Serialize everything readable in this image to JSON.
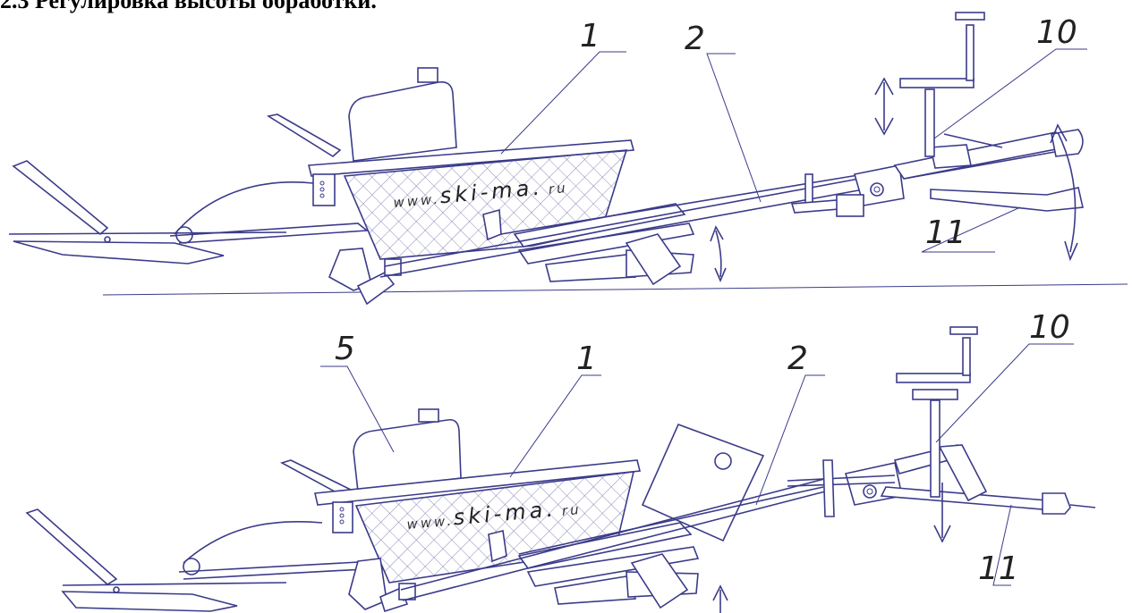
{
  "heading": "2.3 Регулировка высоты обработки.",
  "colors": {
    "line": "#3b3b8a",
    "background": "#ffffff"
  },
  "top_view": {
    "callouts": [
      "1",
      "2",
      "10",
      "11"
    ],
    "watermark": {
      "prefix": "www.",
      "main": "ski-ma.",
      "suffix": "ru"
    }
  },
  "bottom_view": {
    "callouts": [
      "5",
      "1",
      "2",
      "10",
      "11"
    ],
    "watermark": {
      "prefix": "www.",
      "main": "ski-ma.",
      "suffix": "ru"
    }
  }
}
